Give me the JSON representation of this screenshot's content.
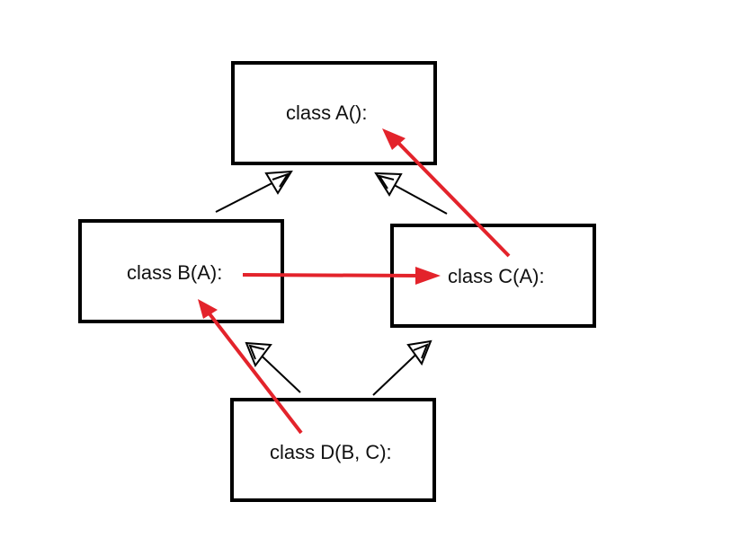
{
  "diagram": {
    "classes": {
      "a": "class A():",
      "b": "class B(A):",
      "c": "class C(A):",
      "d": "class D(B, C):"
    },
    "inheritance_edges": [
      {
        "from": "b",
        "to": "a",
        "style": "outline-arrow"
      },
      {
        "from": "c",
        "to": "a",
        "style": "outline-arrow"
      },
      {
        "from": "d",
        "to": "b",
        "style": "outline-arrow"
      },
      {
        "from": "d",
        "to": "c",
        "style": "outline-arrow"
      }
    ],
    "resolution_order_edges": [
      {
        "from": "d",
        "to": "b",
        "style": "red-arrow"
      },
      {
        "from": "b",
        "to": "c",
        "style": "red-arrow"
      },
      {
        "from": "c",
        "to": "a",
        "style": "red-arrow"
      }
    ],
    "colors": {
      "box_border": "#000000",
      "inheritance_arrow": "#000000",
      "mro_arrow": "#e3232b",
      "background": "#ffffff"
    }
  }
}
